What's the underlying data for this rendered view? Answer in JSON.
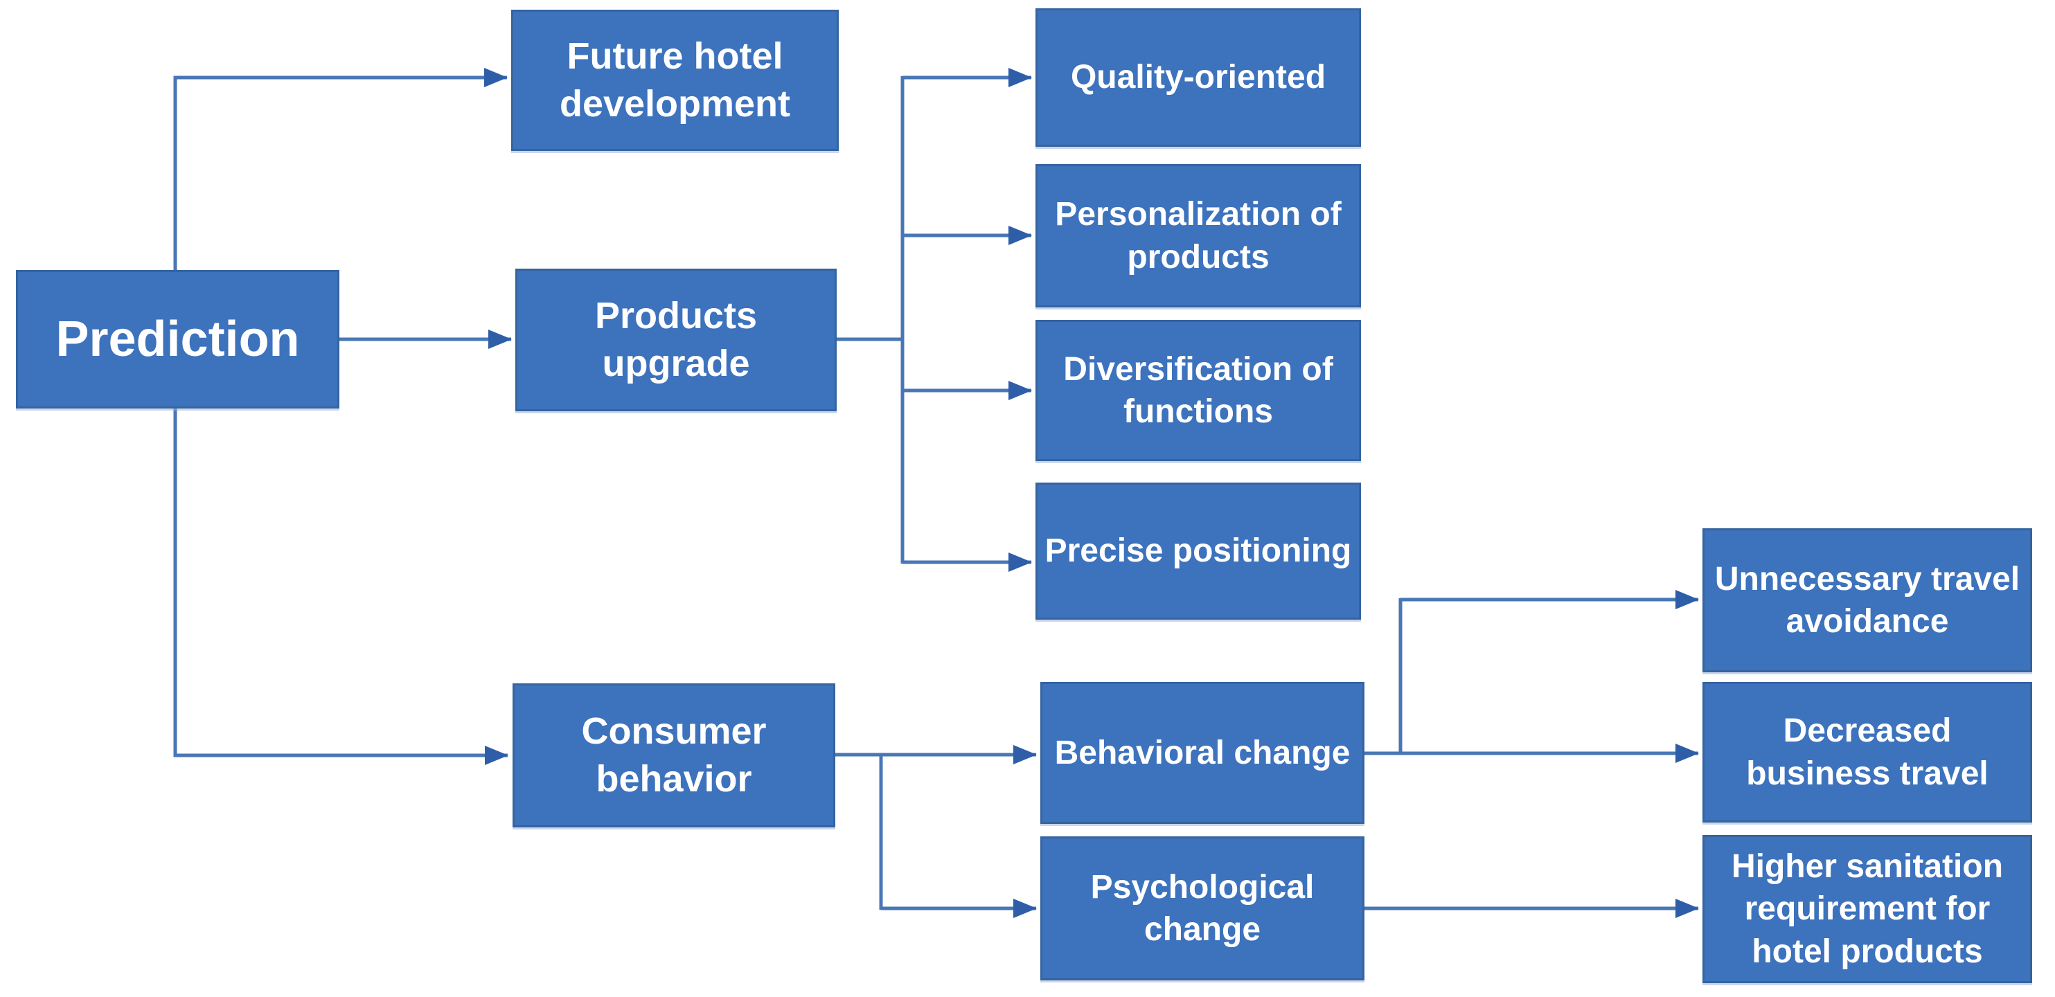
{
  "diagram": {
    "type": "flowchart",
    "background": "#ffffff",
    "colors": {
      "node_fill": "#3d72bd",
      "node_border": "#35649f",
      "connector": "#4877b6",
      "arrow": "#2e5ea8",
      "text": "#ffffff",
      "background": "#ffffff"
    },
    "nodes": {
      "prediction": {
        "label": "Prediction"
      },
      "future_hotel_development": {
        "label": "Future hotel development"
      },
      "products_upgrade": {
        "label": "Products upgrade"
      },
      "consumer_behavior": {
        "label": "Consumer behavior"
      },
      "quality_oriented": {
        "label": "Quality-oriented"
      },
      "personalization_of_products": {
        "label": "Personalization of products"
      },
      "diversification_of_functions": {
        "label": "Diversification of functions"
      },
      "precise_positioning": {
        "label": "Precise positioning"
      },
      "behavioral_change": {
        "label": "Behavioral change"
      },
      "psychological_change": {
        "label": "Psychological change"
      },
      "unnecessary_travel_avoidance": {
        "label": "Unnecessary travel avoidance"
      },
      "decreased_business_travel": {
        "label": "Decreased business travel"
      },
      "higher_sanitation_requirement": {
        "label": "Higher sanitation requirement for hotel products"
      }
    },
    "edges": [
      {
        "from": "prediction",
        "to": "future_hotel_development"
      },
      {
        "from": "prediction",
        "to": "products_upgrade"
      },
      {
        "from": "prediction",
        "to": "consumer_behavior"
      },
      {
        "from": "products_upgrade",
        "to": "quality_oriented"
      },
      {
        "from": "products_upgrade",
        "to": "personalization_of_products"
      },
      {
        "from": "products_upgrade",
        "to": "diversification_of_functions"
      },
      {
        "from": "products_upgrade",
        "to": "precise_positioning"
      },
      {
        "from": "consumer_behavior",
        "to": "behavioral_change"
      },
      {
        "from": "consumer_behavior",
        "to": "psychological_change"
      },
      {
        "from": "behavioral_change",
        "to": "unnecessary_travel_avoidance"
      },
      {
        "from": "behavioral_change",
        "to": "decreased_business_travel"
      },
      {
        "from": "psychological_change",
        "to": "higher_sanitation_requirement"
      }
    ]
  }
}
